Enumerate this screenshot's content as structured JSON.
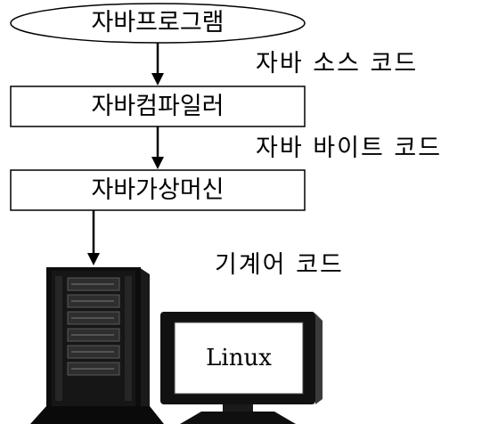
{
  "nodes": {
    "start": "자바프로그램",
    "compiler": "자바컴파일러",
    "jvm": "자바가상머신"
  },
  "edge_labels": {
    "source_code": "자바 소스 코드",
    "bytecode": "자바 바이트 코드",
    "machine_code": "기계어 코드"
  },
  "hardware": {
    "monitor_text": "Linux",
    "server_icon": "server-tower-icon",
    "monitor_icon": "desktop-monitor-icon"
  },
  "colors": {
    "line": "#000000",
    "background": "#ffffff",
    "screen_bg": "#ffffff"
  }
}
